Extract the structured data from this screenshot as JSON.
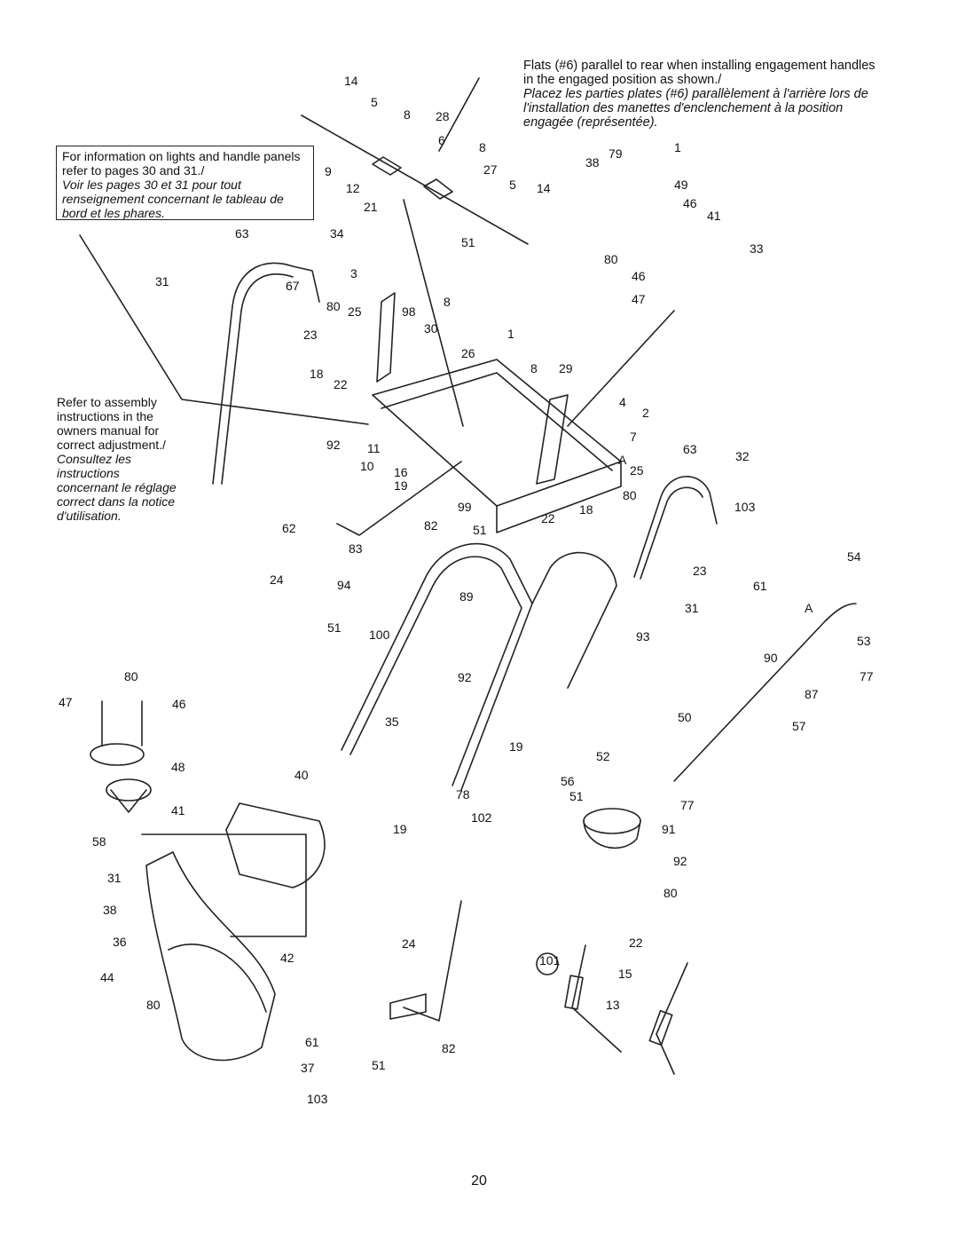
{
  "notes": {
    "flats_en": "Flats (#6) parallel to rear when installing engagement handles in the engaged position as shown./",
    "flats_fr": "Placez les parties plates (#6) parallèlement à l'arrière lors de l'installation des manettes d'enclenchement à la position engagée (représentée).",
    "lights_en": "For information on lights and handle panels refer to pages 30 and 31./",
    "lights_fr": "Voir les pages 30 et 31 pour tout renseignement concernant le tableau de bord et les phares.",
    "assembly_en": "Refer to assembly instructions in the owners manual for correct adjustment./",
    "assembly_fr": "Consultez les instructions concernant le réglage correct dans la notice d'utilisation."
  },
  "page_number": "20",
  "callouts": [
    "14",
    "5",
    "8",
    "28",
    "6",
    "8",
    "9",
    "27",
    "12",
    "5",
    "14",
    "21",
    "51",
    "79",
    "1",
    "38",
    "49",
    "46",
    "41",
    "80",
    "33",
    "46",
    "47",
    "63",
    "34",
    "31",
    "67",
    "3",
    "80",
    "25",
    "98",
    "8",
    "23",
    "30",
    "1",
    "26",
    "18",
    "8",
    "29",
    "22",
    "4",
    "2",
    "7",
    "92",
    "11",
    "10",
    "16",
    "19",
    "A",
    "25",
    "63",
    "32",
    "80",
    "99",
    "18",
    "22",
    "82",
    "51",
    "103",
    "62",
    "83",
    "54",
    "23",
    "24",
    "94",
    "61",
    "31",
    "89",
    "A",
    "51",
    "100",
    "93",
    "53",
    "90",
    "77",
    "92",
    "80",
    "47",
    "46",
    "87",
    "50",
    "57",
    "35",
    "19",
    "48",
    "52",
    "40",
    "56",
    "78",
    "51",
    "77",
    "41",
    "102",
    "19",
    "91",
    "58",
    "92",
    "31",
    "80",
    "38",
    "36",
    "42",
    "24",
    "22",
    "101",
    "15",
    "44",
    "13",
    "80",
    "61",
    "82",
    "37",
    "51",
    "103"
  ]
}
